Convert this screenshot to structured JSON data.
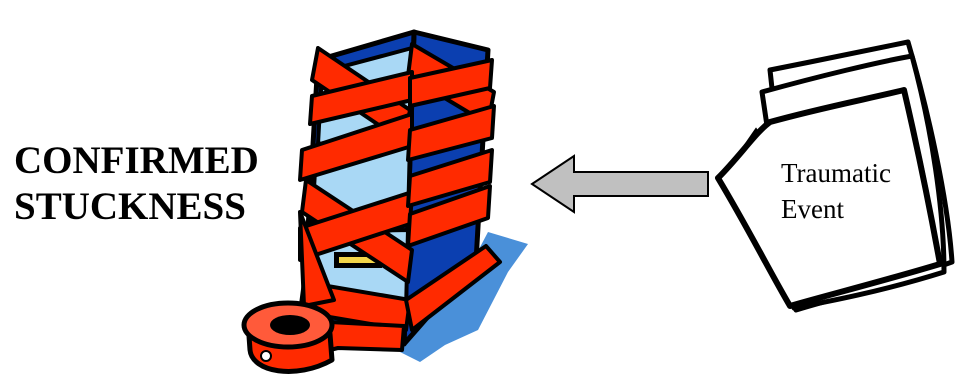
{
  "main_label": {
    "line1": "CONFIRMED",
    "line2": "STUCKNESS"
  },
  "document_label": {
    "line1": "Traumatic",
    "line2": "Event"
  },
  "icons": {
    "cabinet": "taped-filing-cabinet-icon",
    "tape_roll": "tape-roll-icon",
    "arrow": "left-arrow-icon",
    "document": "folded-document-icon"
  },
  "colors": {
    "tape_red": "#ff2a00",
    "cabinet_light_blue": "#a9d8f5",
    "cabinet_dark_blue": "#0b3fb0",
    "arrow_gray": "#c0c0c0",
    "shadow_blue": "#4a90d9"
  }
}
